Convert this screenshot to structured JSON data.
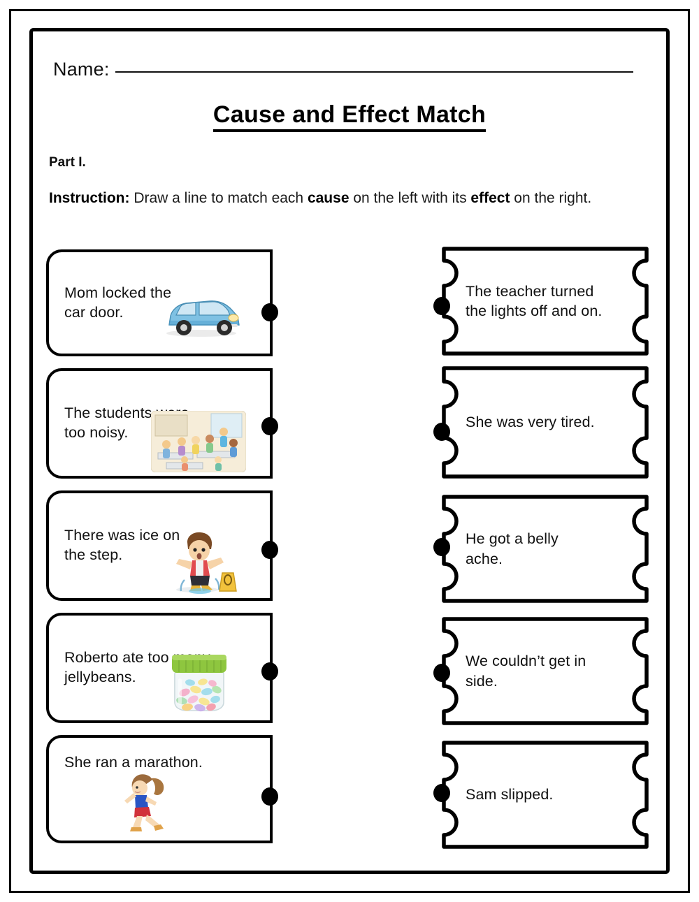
{
  "header": {
    "name_label": "Name:",
    "title": "Cause and Effect Match",
    "part_label": "Part I.",
    "instruction_prefix": "Instruction:",
    "instruction_text_1": " Draw a line to match each ",
    "instruction_bold_1": "cause",
    "instruction_text_2": " on the left with its ",
    "instruction_bold_2": "effect",
    "instruction_text_3": " on the right."
  },
  "colors": {
    "ink": "#000000",
    "text": "#111111",
    "paper": "#ffffff",
    "car_body": "#7fc1e3",
    "car_body_dark": "#4a9bc9",
    "jar_lid": "#8ec63f",
    "runner_shirt": "#2a55c4",
    "runner_skirt": "#d1323b",
    "boy_shirt": "#d9383f"
  },
  "causes": [
    {
      "id": "cause-1",
      "text": "Mom locked the car door.",
      "line1": "Mom locked the",
      "line2": "car door.",
      "image": "blue-car-illustration",
      "has_image": true
    },
    {
      "id": "cause-2",
      "text": "The students were too noisy.",
      "line1": "The students were",
      "line2": "too noisy.",
      "image": "noisy-classroom-illustration",
      "has_image": true
    },
    {
      "id": "cause-3",
      "text": "There was ice on the step.",
      "line1": "There was ice on",
      "line2": "the step.",
      "image": "boy-slipping-illustration",
      "has_image": true
    },
    {
      "id": "cause-4",
      "text": "Roberto ate too many jellybeans.",
      "line1": "Roberto ate too many",
      "line2": "jellybeans.",
      "image": "jellybean-jar-illustration",
      "has_image": true
    },
    {
      "id": "cause-5",
      "text": "She ran a marathon.",
      "line1": "She ran a marathon.",
      "line2": "",
      "image": "running-girl-illustration",
      "has_image": true
    }
  ],
  "effects": [
    {
      "id": "effect-1",
      "text": "The teacher turned the lights off and on.",
      "line1": "The teacher turned",
      "line2": "the lights off and on."
    },
    {
      "id": "effect-2",
      "text": "She was very tired.",
      "line1": "She was very tired.",
      "line2": ""
    },
    {
      "id": "effect-3",
      "text": "He got a belly ache.",
      "line1": "He got a belly",
      "line2": "ache."
    },
    {
      "id": "effect-4",
      "text": "We couldn’t get in side.",
      "line1": "We couldn’t get in",
      "line2": "side."
    },
    {
      "id": "effect-5",
      "text": "Sam slipped.",
      "line1": "Sam slipped.",
      "line2": ""
    }
  ]
}
